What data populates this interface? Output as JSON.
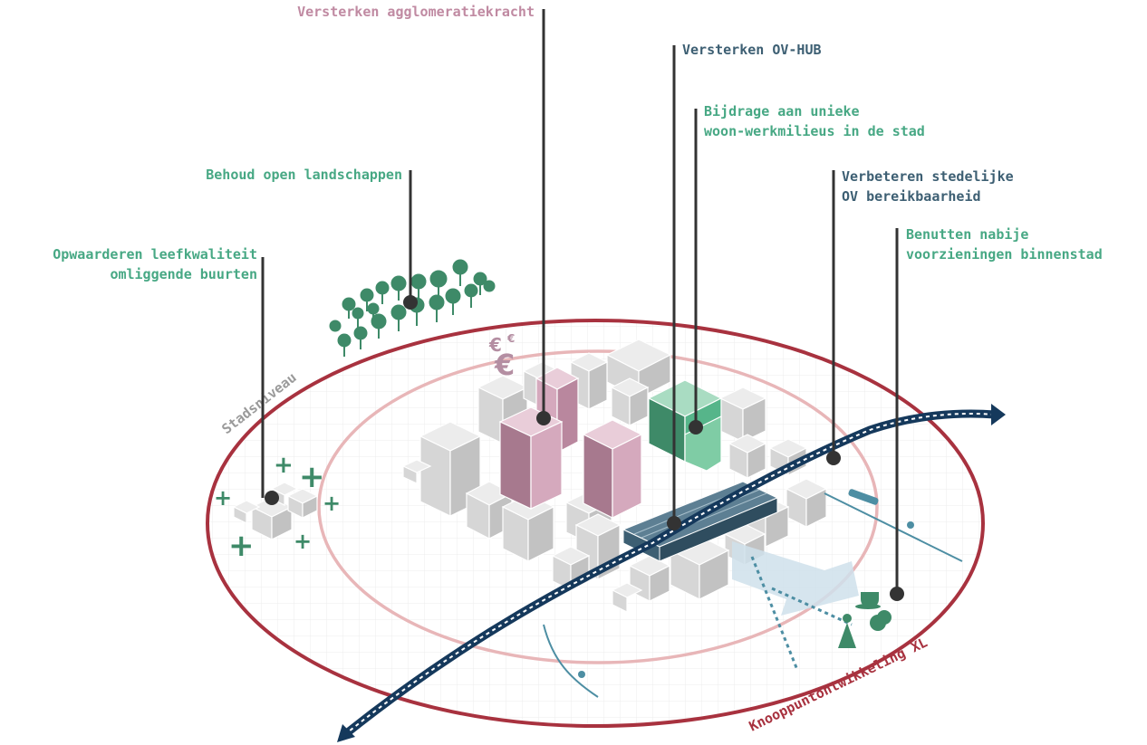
{
  "labels": {
    "agglomeratie": "Versterken agglomeratiekracht",
    "ovhub": "Versterken OV-HUB",
    "woon_line1": "Bijdrage aan unieke",
    "woon_line2": "woon-werkmilieus in de stad",
    "landschap": "Behoud open landschappen",
    "bereik_line1": "Verbeteren stedelijke",
    "bereik_line2": "OV bereikbaarheid",
    "leef_line1": "Opwaarderen leefkwaliteit",
    "leef_line2": "omliggende buurten",
    "voorz_line1": "Benutten nabije",
    "voorz_line2": "voorzieningen binnenstad"
  },
  "ring_labels": {
    "stadsniveau": "Stadsniveau",
    "knooppunt": "Knooppuntontwikkeling XL"
  },
  "symbols": {
    "euro_small": "€",
    "euro_large": "€",
    "plus": "+"
  },
  "colors": {
    "outer_ring": "#a8323f",
    "inner_ring": "#e8b6b8",
    "pink": "#c08aa2",
    "teal": "#47a884",
    "navy": "#3d5f73",
    "rail": "#15395c",
    "tree": "#3e8a68"
  }
}
